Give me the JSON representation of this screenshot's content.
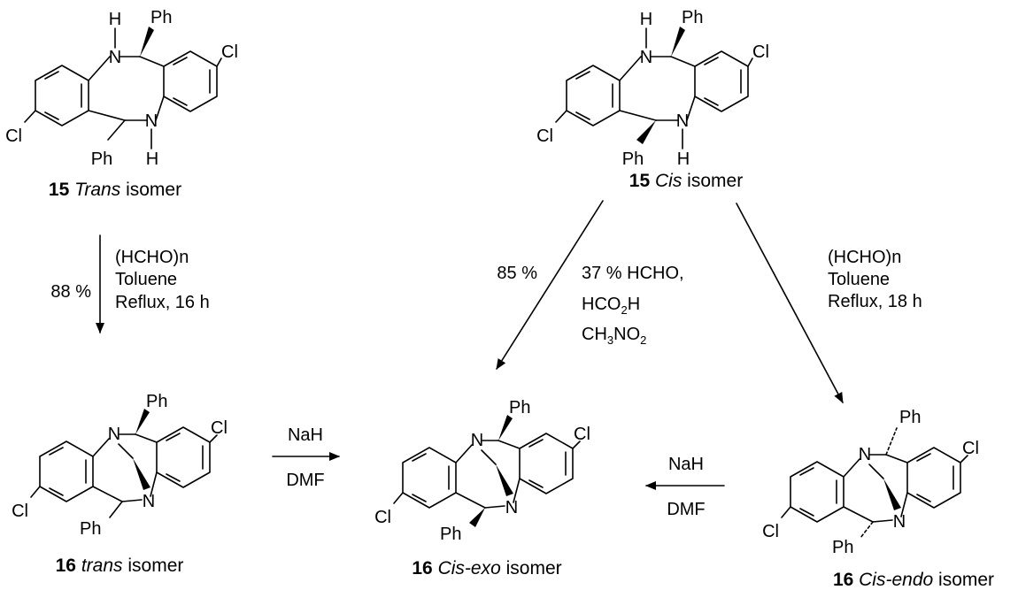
{
  "atoms": {
    "N": "N",
    "H": "H",
    "Ph": "Ph",
    "Cl": "Cl"
  },
  "compounds": {
    "c15_trans": {
      "number": "15",
      "label_italic": "Trans",
      "label_rest": " isomer"
    },
    "c15_cis": {
      "number": "15",
      "label_italic": "Cis",
      "label_rest": " isomer"
    },
    "c16_trans": {
      "number": "16",
      "label_italic": "trans",
      "label_rest": " isomer"
    },
    "c16_exo": {
      "number": "16",
      "label_italic": "Cis-exo",
      "label_rest": " isomer"
    },
    "c16_endo": {
      "number": "16",
      "label_italic": "Cis-endo",
      "label_rest": " isomer"
    }
  },
  "reactions": {
    "trans_to_trans": {
      "yield": "88 %",
      "conditions": [
        "(HCHO)n",
        "Toluene",
        "Reflux, 16 h"
      ]
    },
    "cis_to_exo": {
      "yield": "85 %",
      "line1": "37 % HCHO,",
      "line2": {
        "a": "HCO",
        "sub": "2",
        "b": "H"
      },
      "line3": {
        "a": "CH",
        "sub1": "3",
        "b": "NO",
        "sub2": "2"
      }
    },
    "cis_to_endo": {
      "conditions": [
        "(HCHO)n",
        "Toluene",
        "Reflux, 18 h"
      ]
    },
    "trans_to_exo": {
      "reagent": "NaH",
      "solvent": "DMF"
    },
    "endo_to_exo": {
      "reagent": "NaH",
      "solvent": "DMF"
    }
  }
}
